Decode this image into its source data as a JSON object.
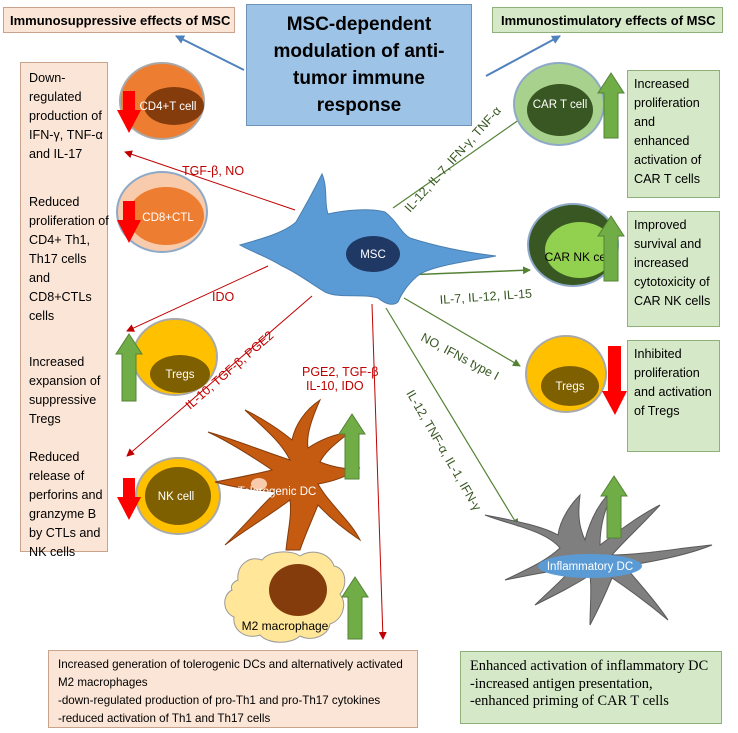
{
  "title": "MSC-dependent modulation of anti-tumor immune response",
  "left_header": "Immunosuppressive effects of MSC",
  "right_header": "Immunostimulatory effects of MSC",
  "left_panel": [
    "Down-regulated production of IFN-γ, TNF-α and IL-17",
    "Reduced proliferation of CD4+ Th1, Th17 cells and CD8+CTLs cells",
    "Increased expansion of suppressive Tregs",
    "Reduced release of perforins and granzyme B by CTLs and NK cells"
  ],
  "right_panel": [
    "Increased proliferation and enhanced activation of CAR T cells",
    "Improved survival and increased cytotoxicity of CAR NK cells",
    "Inhibited proliferation and activation of Tregs"
  ],
  "cells": {
    "cd4": "CD4+T cell",
    "cd8": "CD8+CTL",
    "tregs_left": "Tregs",
    "nk": "NK cell",
    "msc": "MSC",
    "car_t": "CAR T cell",
    "car_nk": "CAR NK cell",
    "tregs_right": "Tregs",
    "tolerogenic_dc": "Tolerogenic DC",
    "m2": "M2 macrophage",
    "inflammatory_dc": "Inflammatory DC"
  },
  "arrow_labels": {
    "tgf_no": "TGF-β, NO",
    "ido": "IDO",
    "il10_tgf_pge2": "IL-10, TGF-β, PGE2",
    "pge2_tgf": "PGE2, TGF-β",
    "il10_ido": "IL-10, IDO",
    "il12_il7_ifn_tnf": "IL-12, IL-7, IFN-γ, TNF-α",
    "il7_il12_il15": "IL-7, IL-12, IL-15",
    "no_ifns": "NO, IFNs type I",
    "il12_tnf_il1_ifn": "IL-12, TNF-α, IL-1, IFN-γ"
  },
  "bottom_left": [
    "Increased generation of tolerogenic DCs and alternatively activated M2 macrophages",
    "-down-regulated production of pro-Th1 and pro-Th17 cytokines",
    "-reduced activation of Th1 and Th17 cells"
  ],
  "bottom_right": [
    "Enhanced activation of inflammatory DC",
    "-increased antigen presentation,",
    "-enhanced priming of CAR T cells"
  ],
  "colors": {
    "suppressive_arrow": "#c00000",
    "stimulatory_arrow": "#548235",
    "up_arrow": "#70ad47",
    "down_arrow": "#e00000",
    "msc": "#5b9bd5",
    "title_box": "#9dc3e6"
  }
}
